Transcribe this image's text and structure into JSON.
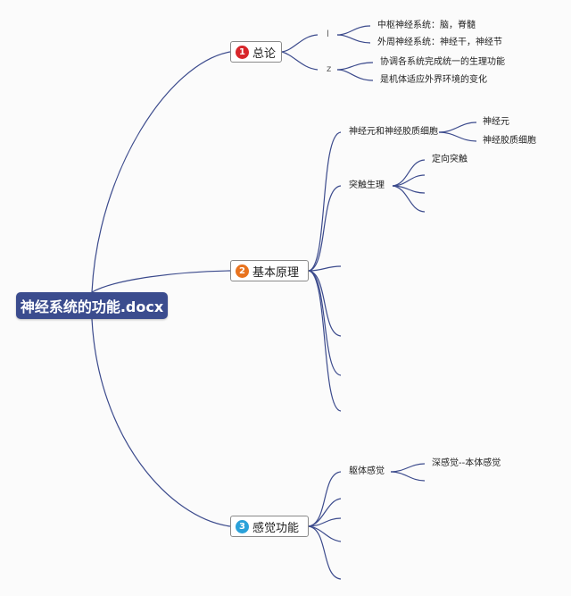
{
  "root": {
    "label": "神经系统的功能.docx",
    "color": "#3b4c8e"
  },
  "edge_color": "#3b4a8c",
  "branches": [
    {
      "num": "1",
      "label": "总论",
      "badge_color": "#d8262b"
    },
    {
      "num": "2",
      "label": "基本原理",
      "badge_color": "#e8731e"
    },
    {
      "num": "3",
      "label": "感觉功能",
      "badge_color": "#2aa1d9"
    }
  ],
  "overview": {
    "sub1": "l",
    "sub2": "z",
    "sub1_items": [
      "中枢神经系统：脑，脊髓",
      "外周神经系统：神经干，神经节"
    ],
    "sub2_items": [
      "协调各系统完成统一的生理功能",
      "是机体适应外界环境的变化"
    ]
  },
  "principles": {
    "neuron": "神经元和神经胶质细胞",
    "neuron_items": [
      "神经元",
      "神经胶质细胞"
    ],
    "synapse": "突触生理",
    "synapse_items": [
      "定向突触"
    ]
  },
  "sensation": {
    "somatic": "躯体感觉",
    "somatic_items": [
      "深感觉--本体感觉"
    ]
  }
}
